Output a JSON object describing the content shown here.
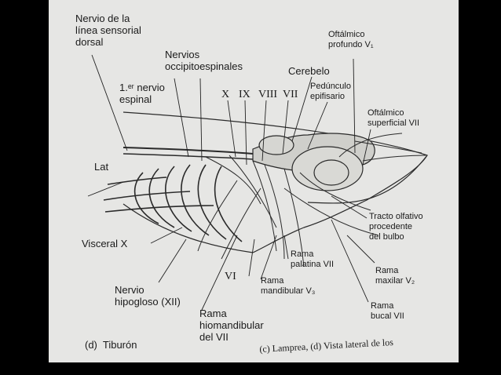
{
  "labels": {
    "lateral_line_dorsal": "Nervio de la\nlínea sensorial\ndorsal",
    "occipitospinal": "Nervios\noccipitoespinales",
    "first_spinal": "1.ᵉʳ nervio\nespinal",
    "x": "X",
    "ix": "IX",
    "viii": "VIII",
    "vii": "VII",
    "cerebelo": "Cerebelo",
    "peduncle": "Pedúnculo\nepifisario",
    "ophthalmic_profundus": "Oftálmico\nprofundo V₁",
    "ophthalmic_superficial": "Oftálmico\nsuperficial VII",
    "lat": "Lat",
    "olfactory_tract": "Tracto olfativo\nprocedente\ndel bulbo",
    "visceral_x": "Visceral X",
    "palatine": "Rama\npalatina VII",
    "maxillary": "Rama\nmaxilar V₂",
    "vi": "VI",
    "mandibular": "Rama\nmandibular V₃",
    "hypoglossal": "Nervio\nhipogloso (XII)",
    "buccal": "Rama\nbucal VII",
    "hyomandibular": "Rama\nhiomandibular\ndel VII"
  },
  "caption": {
    "figure_label": "(d)  Tiburón",
    "bottom_text": "(c) Lamprea, (d) Vista lateral de los"
  },
  "colors": {
    "paper": "#e6e6e4",
    "ink": "#1a1a1a"
  }
}
